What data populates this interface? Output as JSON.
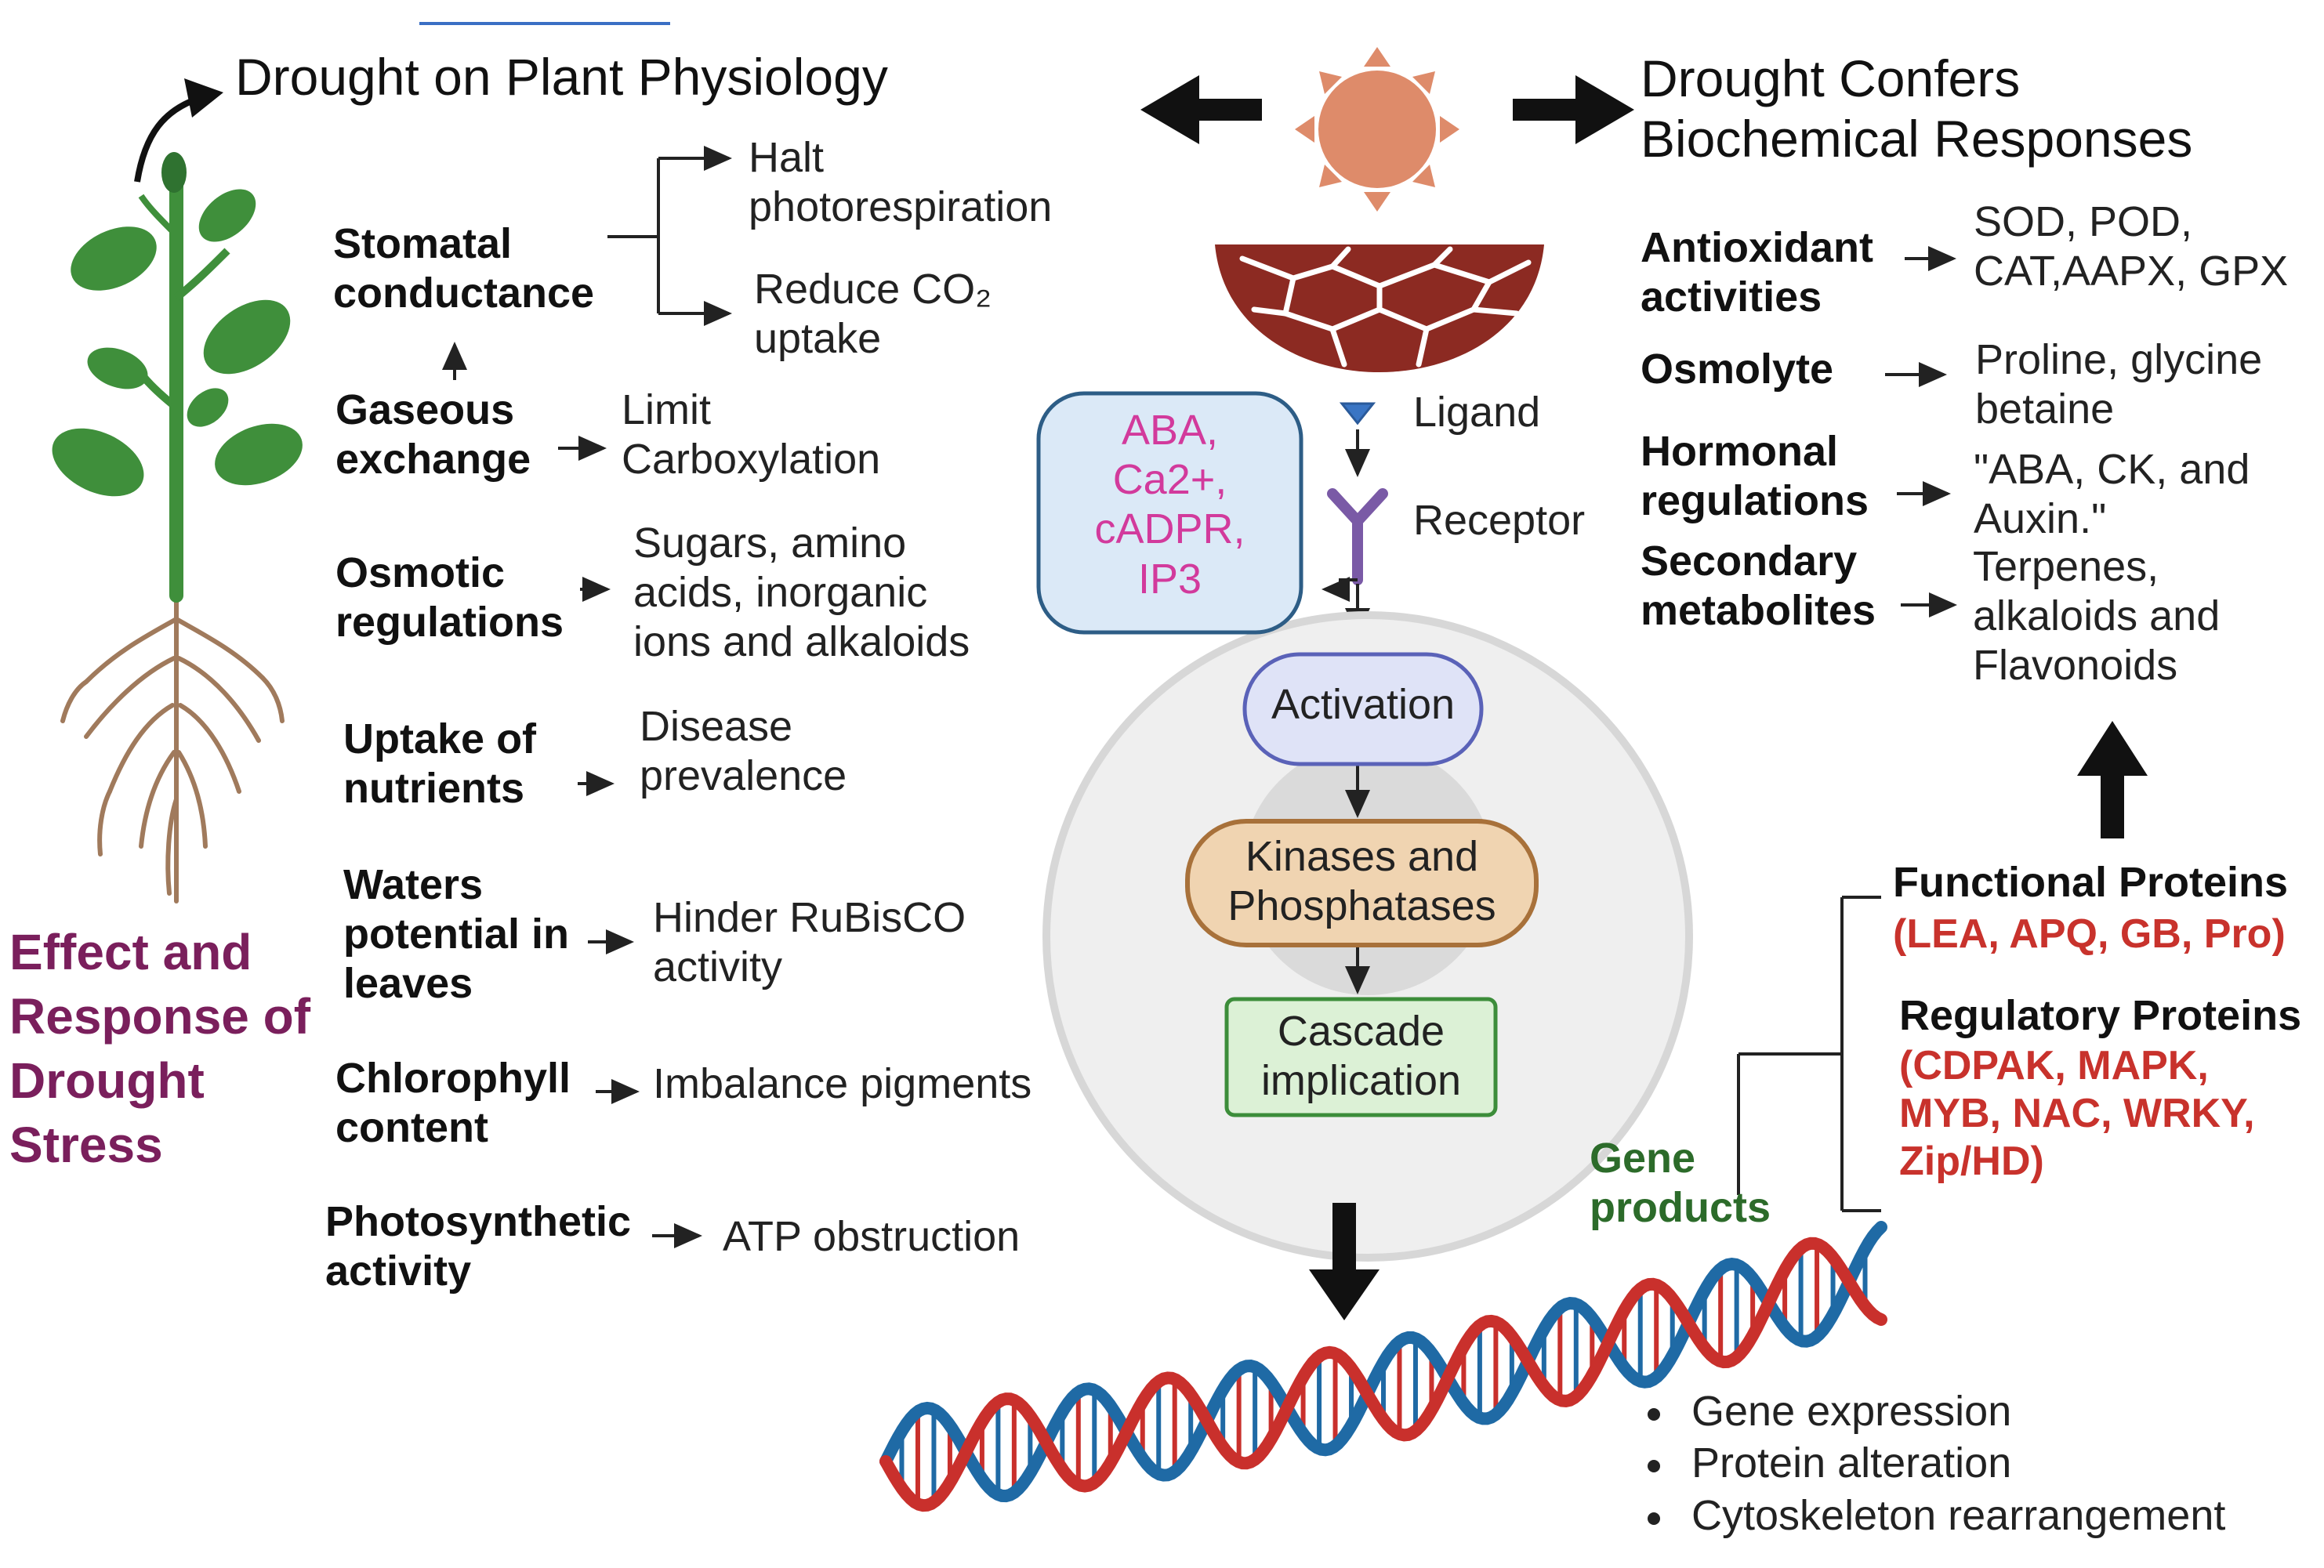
{
  "left_panel": {
    "title": "Drought on Plant Physiology",
    "caption": "Effect and\nResponse of\nDrought\nStress",
    "stomatal": "Stomatal\nconductance",
    "halt": "Halt\nphotorespiration",
    "reduce_co2": "Reduce CO₂\nuptake",
    "rows": [
      {
        "factor": "Gaseous\nexchange",
        "effect": "Limit\nCarboxylation"
      },
      {
        "factor": "Osmotic\nregulations",
        "effect": "Sugars, amino\nacids, inorganic\nions and alkaloids"
      },
      {
        "factor": "Uptake of\nnutrients",
        "effect": "Disease\nprevalence"
      },
      {
        "factor": "Waters\npotential in\nleaves",
        "effect": "Hinder RuBisCO\nactivity"
      },
      {
        "factor": "Chlorophyll\ncontent",
        "effect": "Imbalance pigments"
      },
      {
        "factor": "Photosynthetic\nactivity",
        "effect": "ATP obstruction"
      }
    ]
  },
  "center": {
    "ligand": "Ligand",
    "receptor": "Receptor",
    "messengers": "ABA,\nCa2+,\ncADPR,\nIP3",
    "activation": "Activation",
    "kinases": "Kinases and\nPhosphatases",
    "cascade": "Cascade\nimplication"
  },
  "right_panel": {
    "title": "Drought Confers\nBiochemical Responses",
    "rows": [
      {
        "factor": "Antioxidant\nactivities",
        "effect": "SOD, POD,\nCAT,AAPX, GPX"
      },
      {
        "factor": "Osmolyte",
        "effect": "Proline, glycine\nbetaine"
      },
      {
        "factor": "Hormonal\nregulations",
        "effect": "\"ABA, CK, and\nAuxin.\""
      },
      {
        "factor": "Secondary\nmetabolites",
        "effect": "Terpenes,\nalkaloids and\nFlavonoids"
      }
    ],
    "functional_title": "Functional Proteins",
    "functional_list": "(LEA, APQ, GB, Pro)",
    "regulatory_title": "Regulatory Proteins",
    "regulatory_list": "(CDPAK, MAPK,\nMYB, NAC, WRKY,\nZip/HD)",
    "gene_products": "Gene\nproducts"
  },
  "bullets": [
    "Gene expression",
    "Protein alteration",
    "Cytoskeleton rearrangement"
  ],
  "colors": {
    "sun": "#de8b6a",
    "soil": "#8c2a22",
    "dna_red": "#c9302c",
    "dna_blue": "#1f6aa5",
    "stem": "#3f8f3b",
    "root": "#a07a5c",
    "messenger_fill": "#dbe9f7",
    "messenger_stroke": "#2d5d86",
    "activation_fill": "#dfe3f7",
    "activation_stroke": "#5a62b8",
    "kinase_fill": "#f0d4b1",
    "kinase_stroke": "#a8713a",
    "cascade_fill": "#dcf1d6",
    "cascade_stroke": "#3c8d3a",
    "receptor": "#7a5aa6",
    "ligand": "#3a75c4"
  }
}
